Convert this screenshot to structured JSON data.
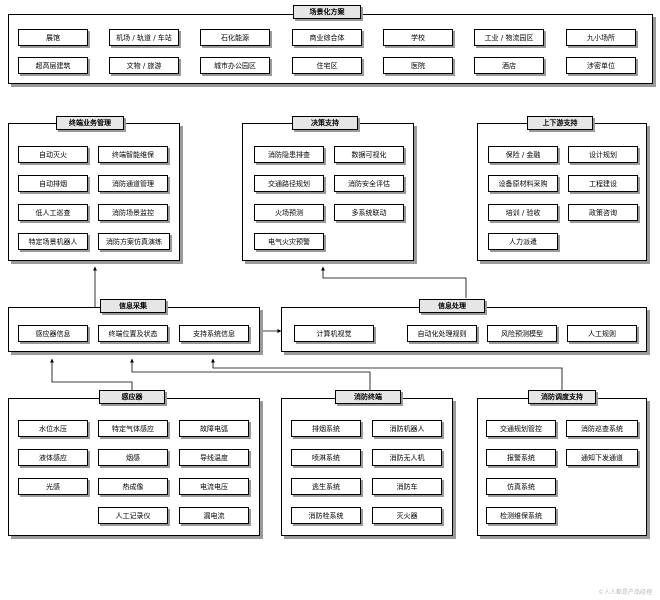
{
  "scenario": {
    "title": "场景化方案",
    "items": [
      "展馆",
      "机场 / 轨道 / 车站",
      "石化能源",
      "商业综合体",
      "学校",
      "工业 / 物流园区",
      "九小场所",
      "超高层建筑",
      "文物 / 旅游",
      "城市办公园区",
      "住宅区",
      "医院",
      "酒店",
      "涉密单位"
    ]
  },
  "terminal_mgmt": {
    "title": "终端业务管理",
    "items": [
      "自动灭火",
      "终端智能维保",
      "自动排烟",
      "消防通道管理",
      "低人工巡查",
      "消防场景监控",
      "特定场景机器人",
      "消防方案仿真演练"
    ]
  },
  "decision": {
    "title": "决策支持",
    "items": [
      "消防隐患排查",
      "数据可视化",
      "交通路径规划",
      "消防安全评估",
      "火场预测",
      "多系统联动",
      "电气火灾预警"
    ]
  },
  "updown": {
    "title": "上下游支持",
    "items": [
      "保险 / 金融",
      "设计规划",
      "设备原材料采购",
      "工程建设",
      "培训 / 验收",
      "政策咨询",
      "人力派遣"
    ]
  },
  "collect": {
    "title": "信息采集",
    "items": [
      "感应器信息",
      "终端位置及状态",
      "支持系统信息"
    ]
  },
  "process": {
    "title": "信息处理",
    "items": [
      "计算机视觉",
      "自动化处理规则",
      "风险预测模型",
      "人工规则"
    ]
  },
  "sensor": {
    "title": "感应器",
    "items": [
      "水位水压",
      "特定气体感应",
      "故障电弧",
      "液体感应",
      "烟感",
      "导线温度",
      "光感",
      "热成像",
      "电流电压",
      "人工记录仪",
      "漏电流"
    ]
  },
  "fire_terminal": {
    "title": "消防终端",
    "items": [
      "排烟系统",
      "消防机器人",
      "喷淋系统",
      "消防无人机",
      "逃生系统",
      "消防车",
      "消防栓系统",
      "灭火器"
    ]
  },
  "dispatch": {
    "title": "消防调度支持",
    "items": [
      "交通规划管控",
      "消防巡查系统",
      "报警系统",
      "通知下发通道",
      "仿真系统",
      "检测维保系统"
    ]
  },
  "watermark": "©人人都是产品经理"
}
